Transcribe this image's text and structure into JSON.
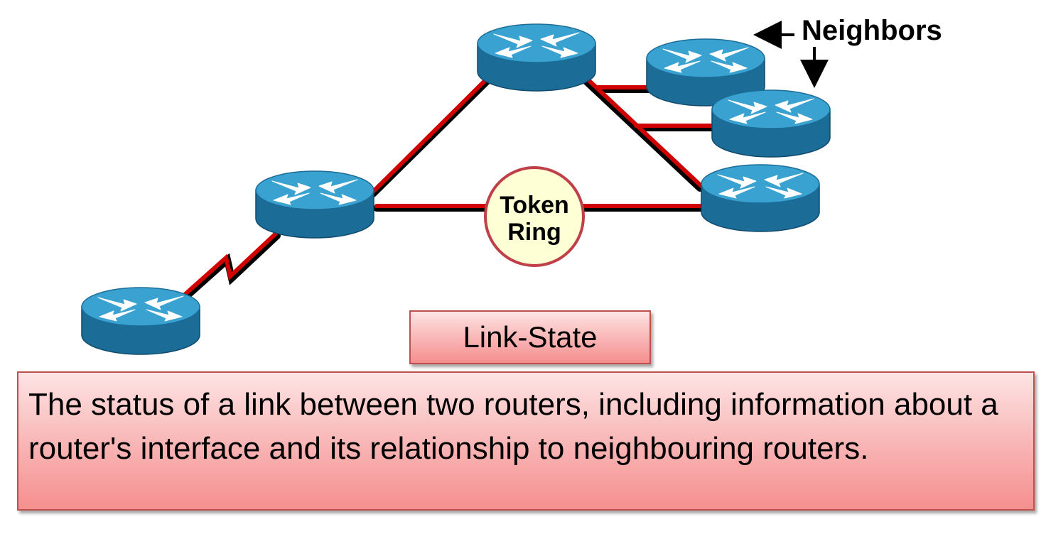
{
  "diagram": {
    "neighbors_label": "Neighbors",
    "token_ring_line1": "Token",
    "token_ring_line2": "Ring",
    "icons": {
      "router": "router-icon",
      "token_ring": "token-ring-icon",
      "serial_link": "serial-link-icon",
      "arrow": "arrow-icon"
    }
  },
  "term": {
    "label": "Link-State"
  },
  "definition": {
    "text": "The status of a link between two routers, including  information about a router's interface and its relationship to neighbouring routers."
  },
  "colors": {
    "link": "#d10000",
    "router_top": "#3aa2d0",
    "router_side": "#1b6c97",
    "token_ring_fill": "#ffffd6",
    "box_border": "#c0504d"
  }
}
